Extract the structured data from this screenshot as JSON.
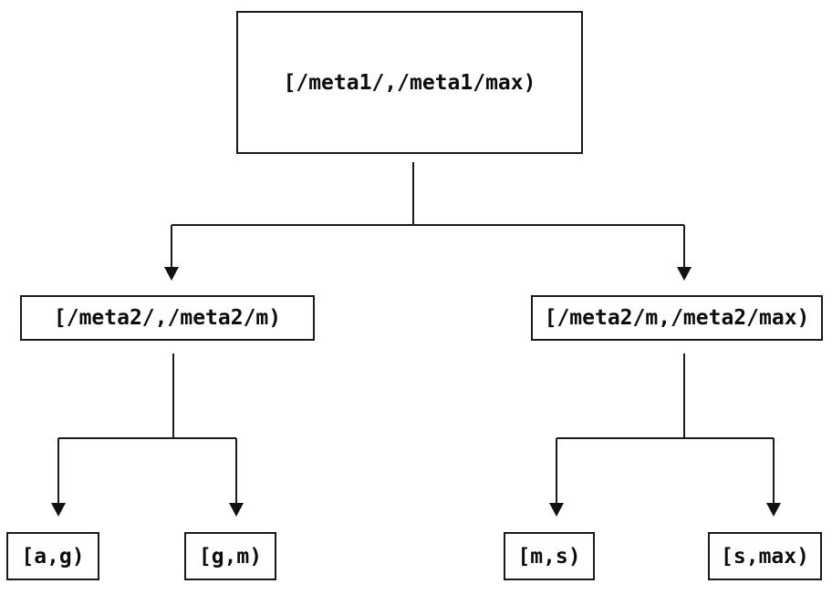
{
  "diagram": {
    "type": "tree",
    "nodes": {
      "root": {
        "label": "[/meta1/,/meta1/max)"
      },
      "l2_left": {
        "label": "[/meta2/,/meta2/m)"
      },
      "l2_right": {
        "label": "[/meta2/m,/meta2/max)"
      },
      "leaf_ag": {
        "label": "[a,g)"
      },
      "leaf_gm": {
        "label": "[g,m)"
      },
      "leaf_ms": {
        "label": "[m,s)"
      },
      "leaf_smax": {
        "label": "[s,max)"
      }
    },
    "edges": [
      {
        "from": "root",
        "to": "l2_left"
      },
      {
        "from": "root",
        "to": "l2_right"
      },
      {
        "from": "l2_left",
        "to": "leaf_ag"
      },
      {
        "from": "l2_left",
        "to": "leaf_gm"
      },
      {
        "from": "l2_right",
        "to": "leaf_ms"
      },
      {
        "from": "l2_right",
        "to": "leaf_smax"
      }
    ],
    "colors": {
      "background": "#ffffff",
      "line": "#1a1a1a",
      "box_border": "#1a1a1a",
      "text": "#0d0d0d"
    }
  }
}
